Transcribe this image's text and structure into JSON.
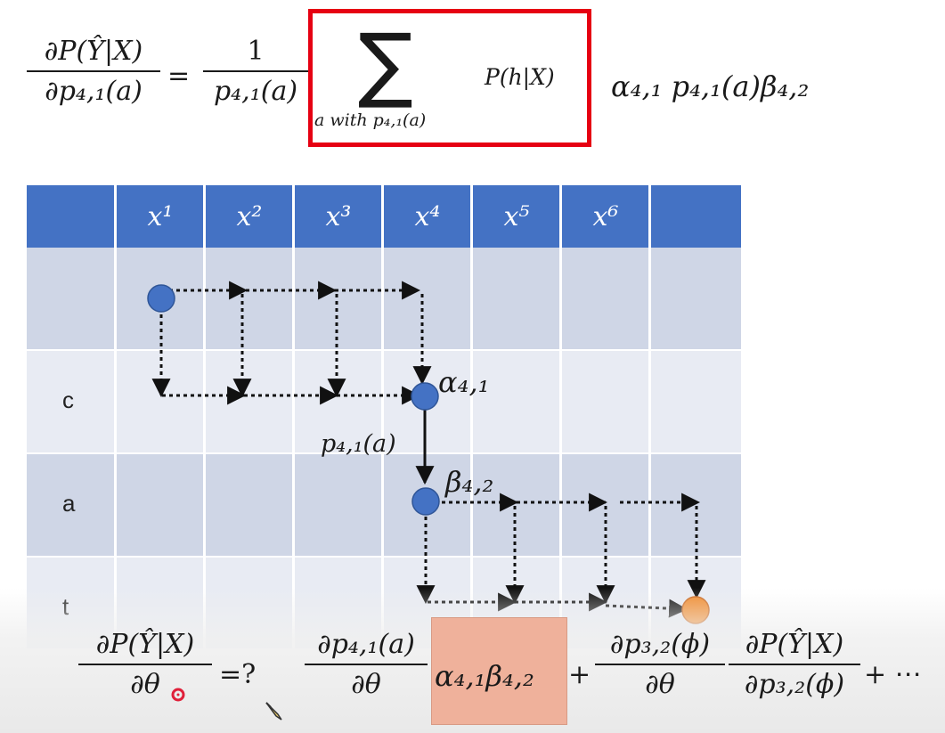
{
  "top_equation": {
    "lhs_num": "∂P(Ŷ|X)",
    "lhs_den": "∂p₄,₁(a)",
    "equals": "=",
    "coef_num": "1",
    "coef_den": "p₄,₁(a)",
    "sum_symbol": "∑",
    "sum_subscript": "a with p₄,₁(a)",
    "sum_term": "P(h|X)",
    "tail": "α₄,₁ p₄,₁(a)β₄,₂"
  },
  "table": {
    "columns": [
      "",
      "x¹",
      "x²",
      "x³",
      "x⁴",
      "x⁵",
      "x⁶",
      ""
    ],
    "rows": [
      "",
      "c",
      "a",
      "t"
    ],
    "colors": {
      "header": "#4472c4",
      "row_dark": "#cfd6e6",
      "row_light": "#e8ebf3"
    }
  },
  "diagram": {
    "alpha_label": "α₄,₁",
    "p_label": "p₄,₁(a)",
    "beta_label": "β₄,₂",
    "node_color": "#4472c4",
    "end_color": "#f08a2c"
  },
  "bottom_equation": {
    "lhs_num": "∂P(Ŷ|X)",
    "lhs_den": "∂θ",
    "eq_q": "=?",
    "t1_num": "∂p₄,₁(a)",
    "t1_den": "∂θ",
    "boxed": "α₄,₁β₄,₂",
    "plus": "+",
    "t2_num": "∂p₃,₂(ϕ)",
    "t2_den": "∂θ",
    "t3_num": "∂P(Ŷ|X)",
    "t3_den": "∂p₃,₂(ϕ)",
    "ellipsis": "+ ⋯"
  },
  "highlight_color": "#efb19b"
}
